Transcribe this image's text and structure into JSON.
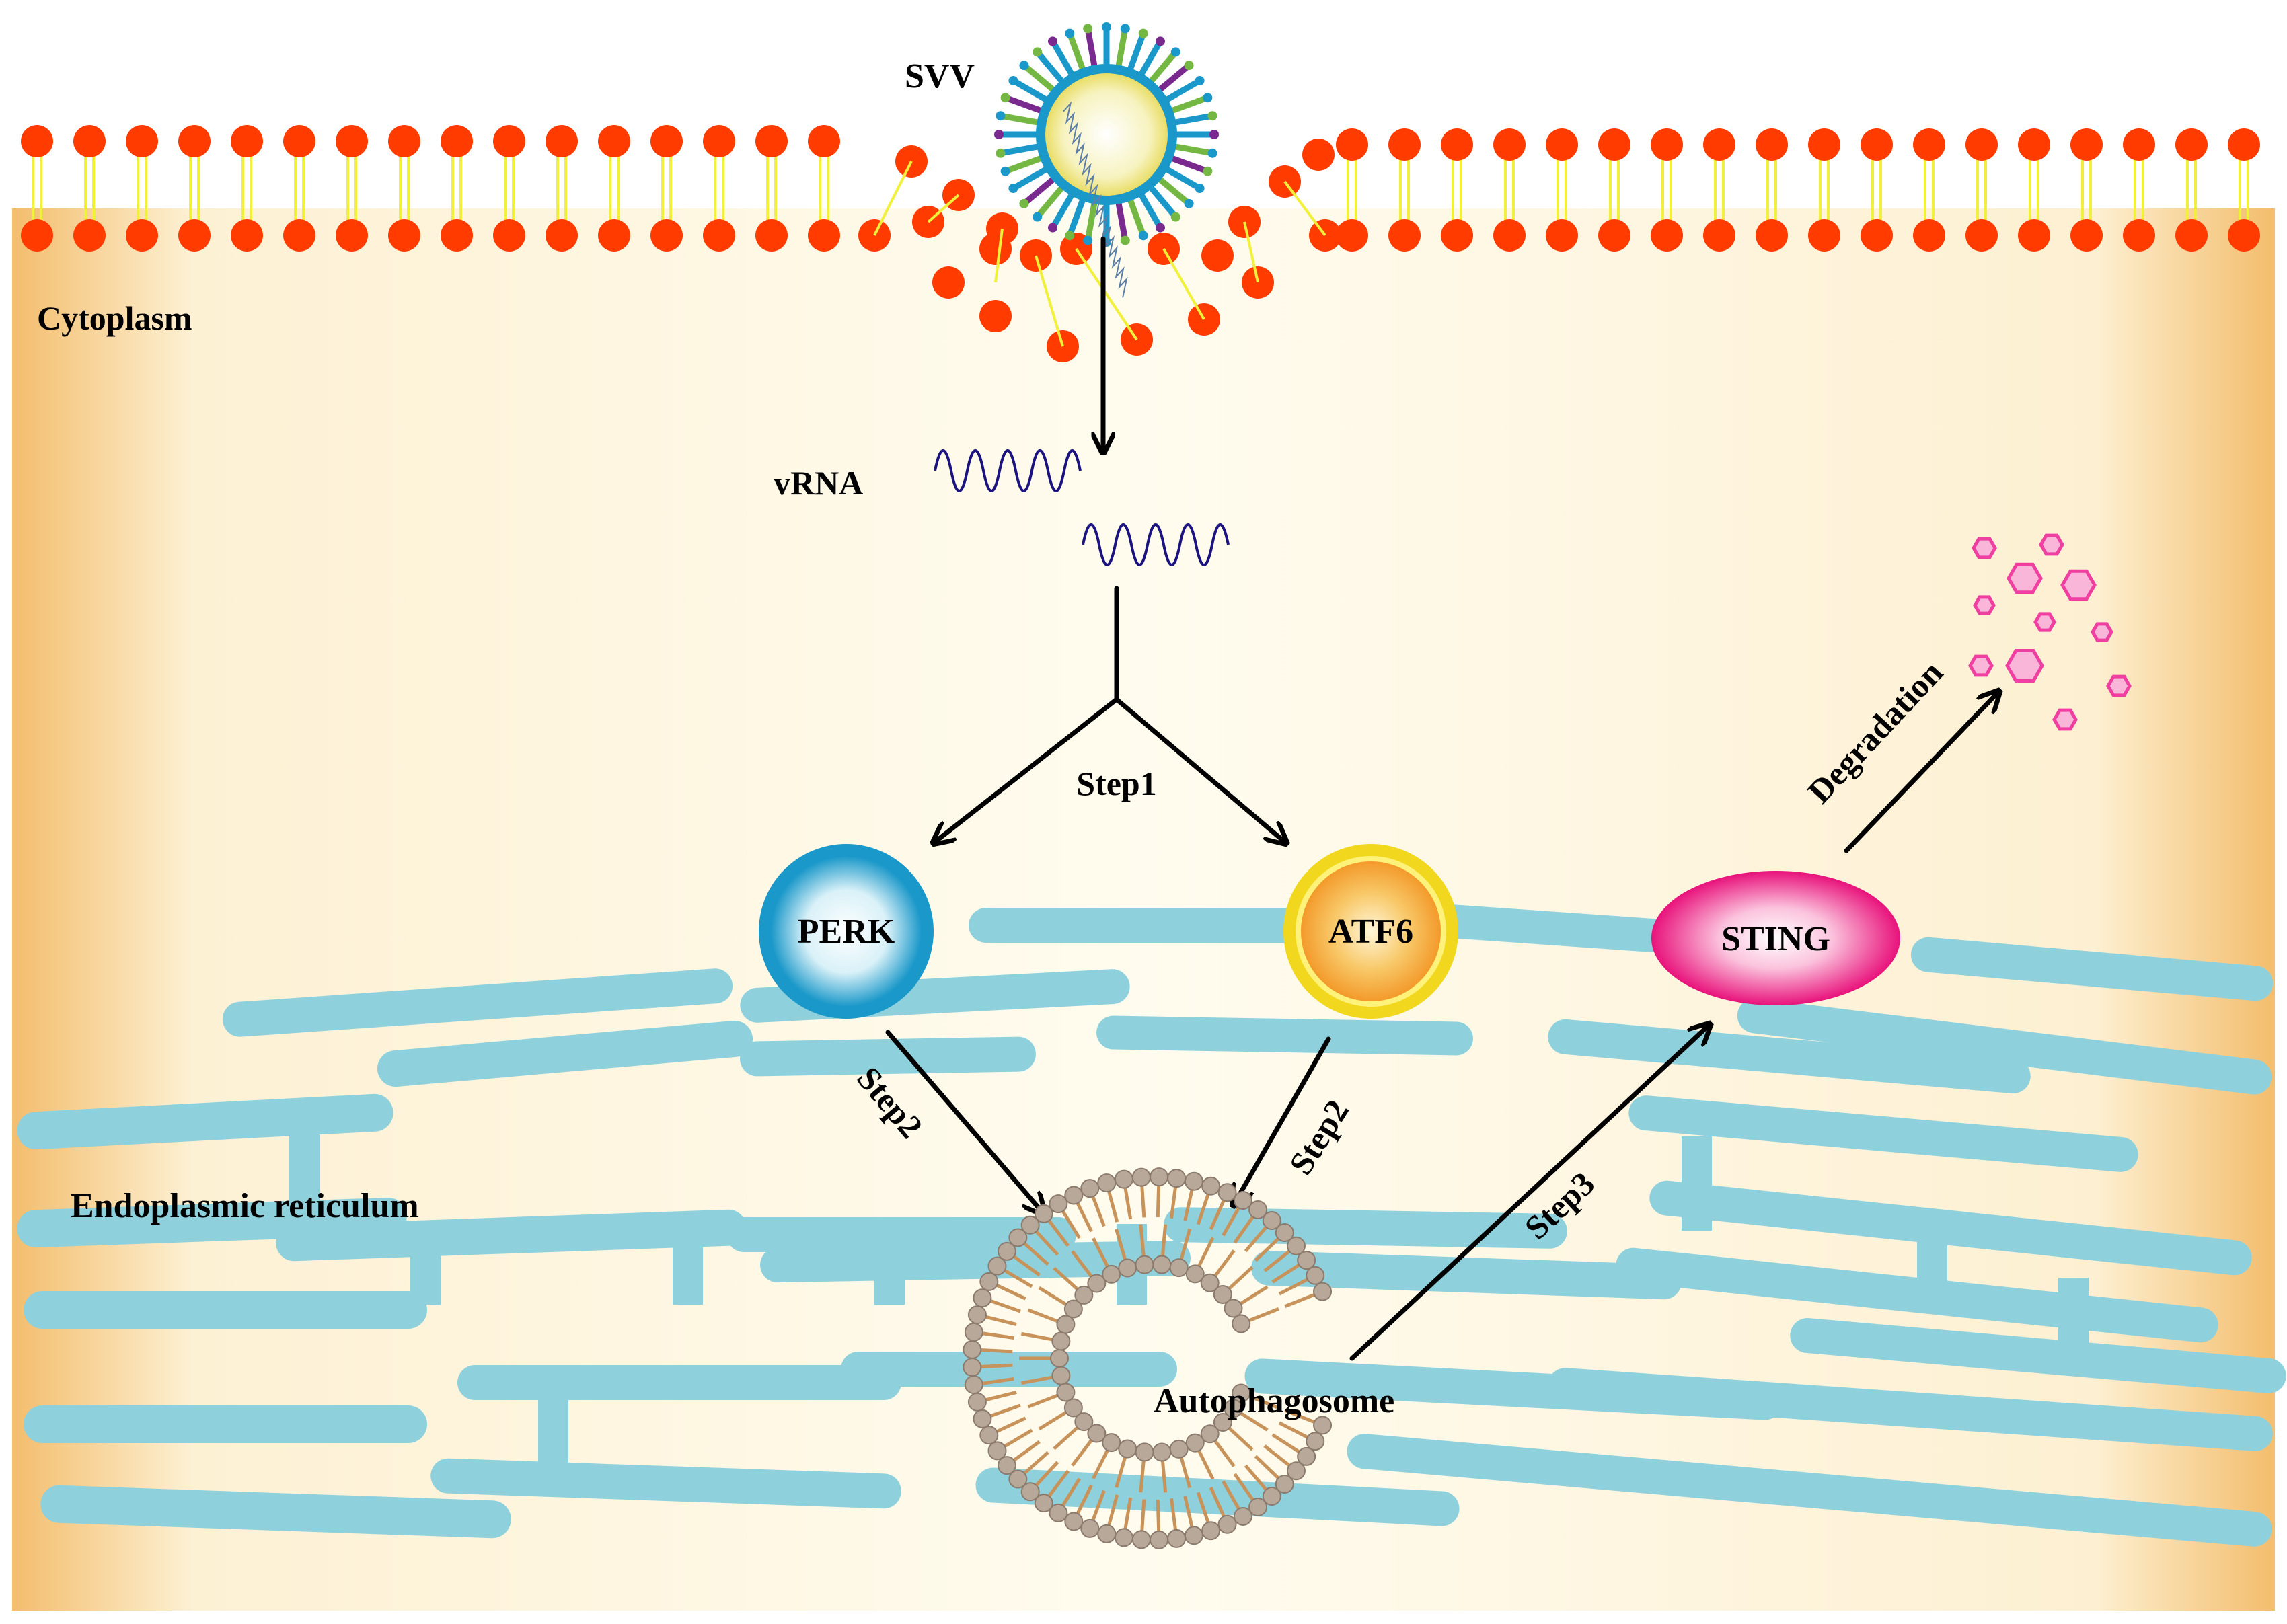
{
  "labels": {
    "virus": "SVV",
    "cytoplasm": "Cytoplasm",
    "vrna": "vRNA",
    "er": "Endoplasmic reticulum",
    "perk": "PERK",
    "atf6": "ATF6",
    "sting": "STING",
    "autophagosome": "Autophagosome",
    "step1": "Step1",
    "step2_left": "Step2",
    "step2_right": "Step2",
    "step3": "Step3",
    "degradation": "Degradation"
  },
  "colors": {
    "cytoplasm_edge": "#f5c77e",
    "cytoplasm_inner": "#fffbec",
    "membrane_head": "#ff3b00",
    "membrane_tail": "#f1f03a",
    "er": "#8ed1dd",
    "rna": "#1a1380",
    "perk": "#1a98c9",
    "atf6": "#f1d71d",
    "atf6_core": "#f5a33b",
    "sting": "#e8127b",
    "autophagosome_head": "#b8a89a",
    "autophagosome_tail": "#c8935a",
    "fragments": "#ef3fa1",
    "arrow": "#000000"
  }
}
